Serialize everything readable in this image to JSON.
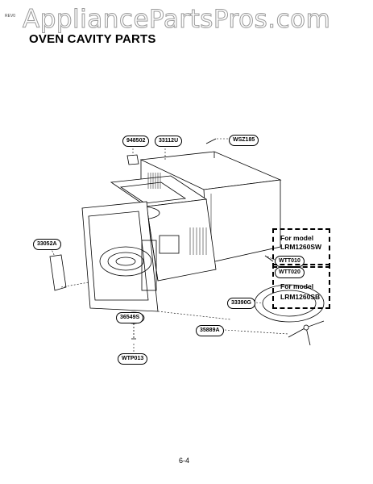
{
  "watermark": "AppliancePartsPros.com",
  "corner_mark": "REV0",
  "title": "OVEN CAVITY PARTS",
  "page_number": "6-4",
  "callouts": {
    "p948502": "948502",
    "p33112U": "33112U",
    "pWSZ185": "WSZ185",
    "p33052A": "33052A",
    "pWTT010": "WTT010",
    "pWTT020": "WTT020",
    "p33390G": "33390G",
    "p36549S": "36549S",
    "p35889A": "35889A",
    "pWTP013": "WTP013"
  },
  "model_notes": {
    "sw": {
      "line1": "For model",
      "line2": "LRM1260SW"
    },
    "sb": {
      "line1": "For model",
      "line2": "LRM1260SB"
    }
  }
}
